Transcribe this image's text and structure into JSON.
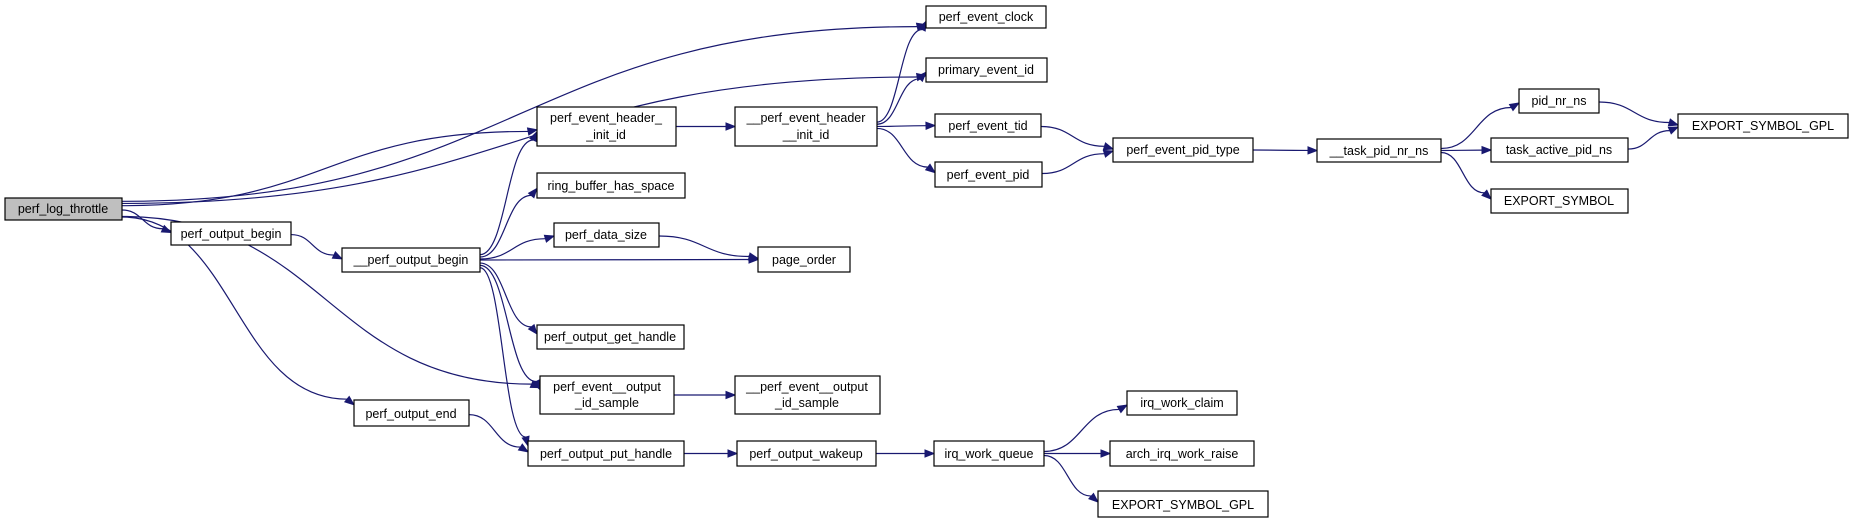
{
  "graph": {
    "nodes": {
      "perf_log_throttle": {
        "lines": [
          "perf_log_throttle"
        ]
      },
      "perf_event_clock": {
        "lines": [
          "perf_event_clock"
        ]
      },
      "primary_event_id": {
        "lines": [
          "primary_event_id"
        ]
      },
      "perf_event_header_init_id": {
        "lines": [
          "perf_event_header_",
          "_init_id"
        ]
      },
      "__perf_event_header__init_id": {
        "lines": [
          "__perf_event_header",
          "__init_id"
        ]
      },
      "perf_event_tid": {
        "lines": [
          "perf_event_tid"
        ]
      },
      "perf_event_pid": {
        "lines": [
          "perf_event_pid"
        ]
      },
      "perf_event_pid_type": {
        "lines": [
          "perf_event_pid_type"
        ]
      },
      "__task_pid_nr_ns": {
        "lines": [
          "__task_pid_nr_ns"
        ]
      },
      "pid_nr_ns": {
        "lines": [
          "pid_nr_ns"
        ]
      },
      "task_active_pid_ns": {
        "lines": [
          "task_active_pid_ns"
        ]
      },
      "EXPORT_SYMBOL_GPL_1": {
        "lines": [
          "EXPORT_SYMBOL_GPL"
        ]
      },
      "EXPORT_SYMBOL": {
        "lines": [
          "EXPORT_SYMBOL"
        ]
      },
      "ring_buffer_has_space": {
        "lines": [
          "ring_buffer_has_space"
        ]
      },
      "perf_output_begin": {
        "lines": [
          "perf_output_begin"
        ]
      },
      "__perf_output_begin": {
        "lines": [
          "__perf_output_begin"
        ]
      },
      "perf_data_size": {
        "lines": [
          "perf_data_size"
        ]
      },
      "page_order": {
        "lines": [
          "page_order"
        ]
      },
      "perf_output_get_handle": {
        "lines": [
          "perf_output_get_handle"
        ]
      },
      "perf_event__output_id_sample": {
        "lines": [
          "perf_event__output",
          "_id_sample"
        ]
      },
      "__perf_event__output_id_sample": {
        "lines": [
          "__perf_event__output",
          "_id_sample"
        ]
      },
      "perf_output_end": {
        "lines": [
          "perf_output_end"
        ]
      },
      "perf_output_put_handle": {
        "lines": [
          "perf_output_put_handle"
        ]
      },
      "perf_output_wakeup": {
        "lines": [
          "perf_output_wakeup"
        ]
      },
      "irq_work_queue": {
        "lines": [
          "irq_work_queue"
        ]
      },
      "irq_work_claim": {
        "lines": [
          "irq_work_claim"
        ]
      },
      "arch_irq_work_raise": {
        "lines": [
          "arch_irq_work_raise"
        ]
      },
      "EXPORT_SYMBOL_GPL_2": {
        "lines": [
          "EXPORT_SYMBOL_GPL"
        ]
      }
    },
    "edges": [
      {
        "from": "perf_log_throttle",
        "to": "perf_event_clock"
      },
      {
        "from": "perf_log_throttle",
        "to": "primary_event_id"
      },
      {
        "from": "perf_log_throttle",
        "to": "perf_event_header_init_id"
      },
      {
        "from": "perf_log_throttle",
        "to": "perf_output_begin"
      },
      {
        "from": "perf_log_throttle",
        "to": "perf_event__output_id_sample"
      },
      {
        "from": "perf_log_throttle",
        "to": "perf_output_end"
      },
      {
        "from": "perf_event_header_init_id",
        "to": "__perf_event_header__init_id"
      },
      {
        "from": "__perf_event_header__init_id",
        "to": "perf_event_clock"
      },
      {
        "from": "__perf_event_header__init_id",
        "to": "primary_event_id"
      },
      {
        "from": "__perf_event_header__init_id",
        "to": "perf_event_tid"
      },
      {
        "from": "__perf_event_header__init_id",
        "to": "perf_event_pid"
      },
      {
        "from": "perf_event_tid",
        "to": "perf_event_pid_type"
      },
      {
        "from": "perf_event_pid",
        "to": "perf_event_pid_type"
      },
      {
        "from": "perf_event_pid_type",
        "to": "__task_pid_nr_ns"
      },
      {
        "from": "__task_pid_nr_ns",
        "to": "pid_nr_ns"
      },
      {
        "from": "__task_pid_nr_ns",
        "to": "task_active_pid_ns"
      },
      {
        "from": "__task_pid_nr_ns",
        "to": "EXPORT_SYMBOL"
      },
      {
        "from": "pid_nr_ns",
        "to": "EXPORT_SYMBOL_GPL_1"
      },
      {
        "from": "task_active_pid_ns",
        "to": "EXPORT_SYMBOL_GPL_1"
      },
      {
        "from": "perf_output_begin",
        "to": "__perf_output_begin"
      },
      {
        "from": "__perf_output_begin",
        "to": "perf_event_header_init_id"
      },
      {
        "from": "__perf_output_begin",
        "to": "ring_buffer_has_space"
      },
      {
        "from": "__perf_output_begin",
        "to": "perf_data_size"
      },
      {
        "from": "__perf_output_begin",
        "to": "page_order"
      },
      {
        "from": "__perf_output_begin",
        "to": "perf_output_get_handle"
      },
      {
        "from": "__perf_output_begin",
        "to": "perf_event__output_id_sample"
      },
      {
        "from": "__perf_output_begin",
        "to": "perf_output_put_handle"
      },
      {
        "from": "perf_data_size",
        "to": "page_order"
      },
      {
        "from": "perf_event__output_id_sample",
        "to": "__perf_event__output_id_sample"
      },
      {
        "from": "perf_output_end",
        "to": "perf_output_put_handle"
      },
      {
        "from": "perf_output_put_handle",
        "to": "perf_output_wakeup"
      },
      {
        "from": "perf_output_wakeup",
        "to": "irq_work_queue"
      },
      {
        "from": "irq_work_queue",
        "to": "irq_work_claim"
      },
      {
        "from": "irq_work_queue",
        "to": "arch_irq_work_raise"
      },
      {
        "from": "irq_work_queue",
        "to": "EXPORT_SYMBOL_GPL_2"
      }
    ]
  }
}
